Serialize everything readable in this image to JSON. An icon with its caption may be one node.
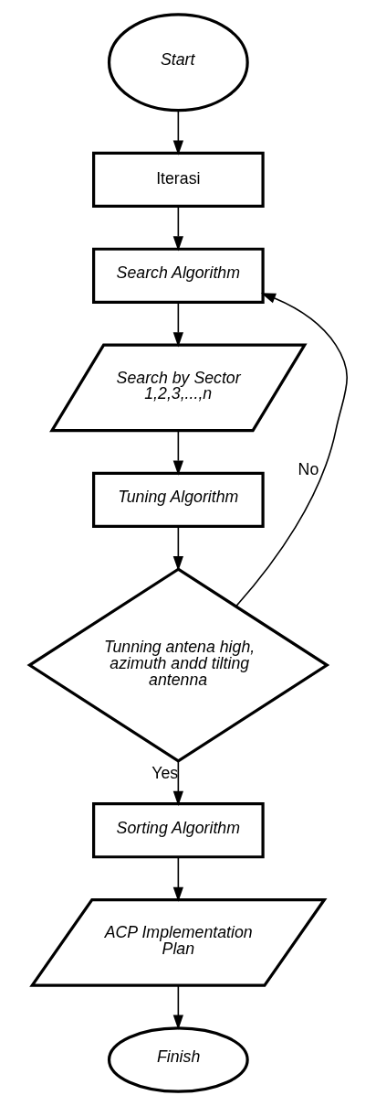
{
  "diagram": {
    "nodes": [
      {
        "text": [
          "Start"
        ]
      },
      {
        "text": [
          "Iterasi"
        ]
      },
      {
        "text": [
          "Search Algorithm"
        ]
      },
      {
        "text": [
          "Search by Sector 1,2,3,...,n"
        ]
      },
      {
        "text": [
          "Tuning Algorithm"
        ]
      },
      {
        "text": [
          "Tunning antena high, azimuth andd tilting antenna"
        ]
      },
      {
        "text": [
          "Sorting Algorithm"
        ]
      },
      {
        "text": [
          "ACP Implementation Plan"
        ]
      },
      {
        "text": [
          "Finish"
        ]
      }
    ],
    "edges": [
      {
        "from": 0,
        "to": 1,
        "arrow": "to"
      },
      {
        "from": 1,
        "to": 2,
        "arrow": "to"
      },
      {
        "from": 2,
        "to": 3,
        "arrow": "to"
      },
      {
        "from": 3,
        "to": 4,
        "arrow": "to"
      },
      {
        "from": 4,
        "to": 5,
        "arrow": "to"
      },
      {
        "from": 5,
        "to": 2,
        "arrow": "to",
        "label": "No"
      },
      {
        "from": 5,
        "to": 6,
        "arrow": "to",
        "label": "Yes"
      },
      {
        "from": 6,
        "to": 7,
        "arrow": "to"
      },
      {
        "from": 7,
        "to": 8,
        "arrow": "to"
      }
    ]
  }
}
